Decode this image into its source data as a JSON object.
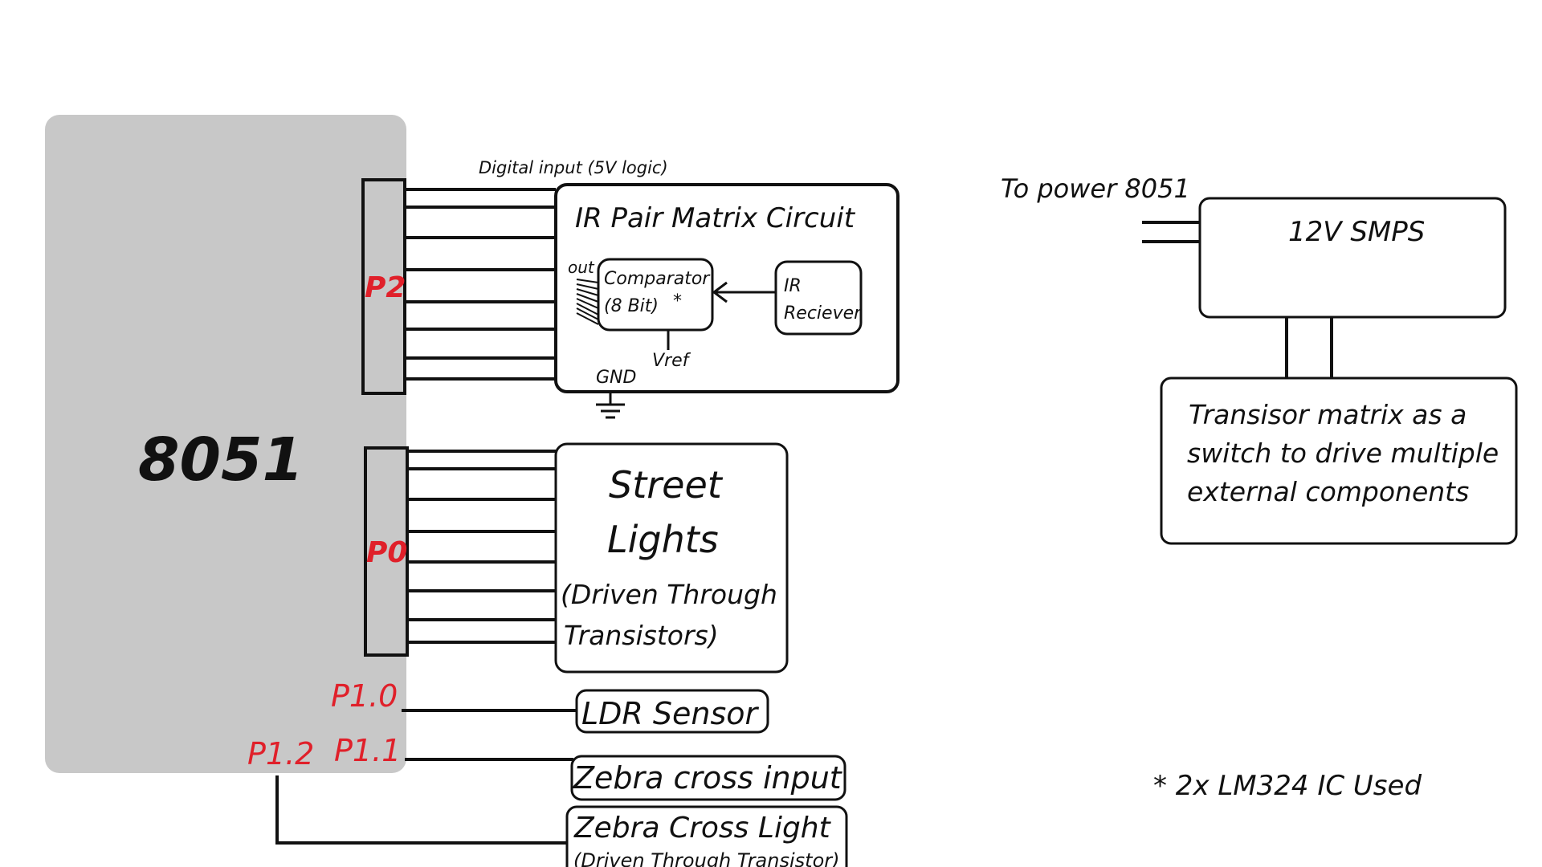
{
  "mcu": {
    "label": "8051"
  },
  "ports": {
    "p2": "P2",
    "p0": "P0",
    "p1_0": "P1.0",
    "p1_1": "P1.1",
    "p1_2": "P1.2"
  },
  "ir_block": {
    "wire_label": "Digital input (5V logic)",
    "title": "IR Pair Matrix Circuit",
    "out_label": "out",
    "comparator_line1": "Comparator",
    "comparator_line2": "(8 Bit)",
    "comparator_star": "*",
    "receiver_line1": "IR",
    "receiver_line2": "Reciever",
    "vref_label": "Vref",
    "gnd_label": "GND"
  },
  "street_lights": {
    "line1": "Street",
    "line2": "Lights",
    "line3": "(Driven Through",
    "line4": "Transistors)"
  },
  "ldr": {
    "label": "LDR Sensor"
  },
  "zebra_input": {
    "label": "Zebra cross input"
  },
  "zebra_light": {
    "line1": "Zebra Cross Light",
    "line2": "(Driven Through Transistor)"
  },
  "power": {
    "wire_label": "To power 8051",
    "smps_label": "12V SMPS",
    "transistor_line1": "Transisor matrix as a",
    "transistor_line2": "switch to drive multiple",
    "transistor_line3": "external components"
  },
  "footnote": "* 2x LM324 IC Used",
  "colors": {
    "port_label": "#e0202a",
    "mcu_fill": "#c8c8c8",
    "line": "#111111"
  }
}
